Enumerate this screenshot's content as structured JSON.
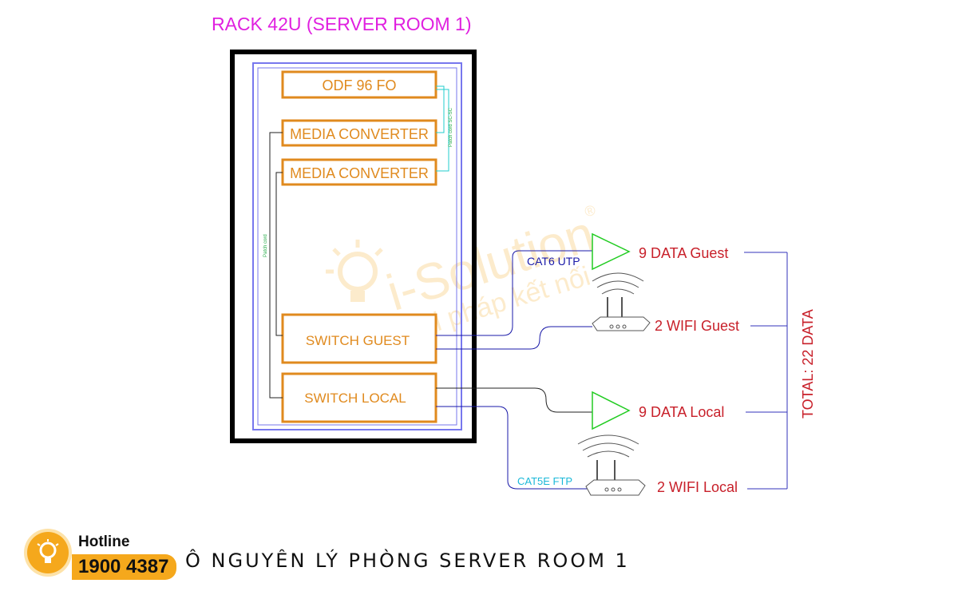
{
  "title": "RACK 42U (SERVER ROOM 1)",
  "rack": {
    "devices": {
      "odf": "ODF 96 FO",
      "media_converter_1": "MEDIA CONVERTER",
      "media_converter_2": "MEDIA CONVERTER",
      "switch_guest": "SWITCH GUEST",
      "switch_local": "SWITCH LOCAL"
    },
    "patch_cord_fiber": "Patch cord SC-SC",
    "patch_cord_lan": "Patch cord"
  },
  "cables": {
    "cat6": "CAT6 UTP",
    "cat5e": "CAT5E FTP"
  },
  "endpoints": {
    "data_guest": "9 DATA Guest",
    "wifi_guest": "2 WIFI Guest",
    "data_local": "9 DATA Local",
    "wifi_local": "2 WIFI Local"
  },
  "total": "TOTAL: 22 DATA",
  "watermark": {
    "brand": "i-Solution",
    "registered": "®",
    "slogan": "Giải pháp kết nối"
  },
  "footer": {
    "hotline_label": "Hotline",
    "hotline_number": "1900 4387",
    "diagram_title": "Ô NGUYÊN LÝ PHÒNG SERVER ROOM 1"
  },
  "colors": {
    "title": "#e020e0",
    "device": "#e08a1e",
    "rack_outer": "#000000",
    "rack_inner": "#7777ee",
    "endpoint_text": "#c8202a",
    "triangle": "#22cc22",
    "cat6": "#1a1aa8",
    "cat5e": "#1ab8d8",
    "bracket": "#3333bb",
    "hotline": "#f5a81c"
  }
}
